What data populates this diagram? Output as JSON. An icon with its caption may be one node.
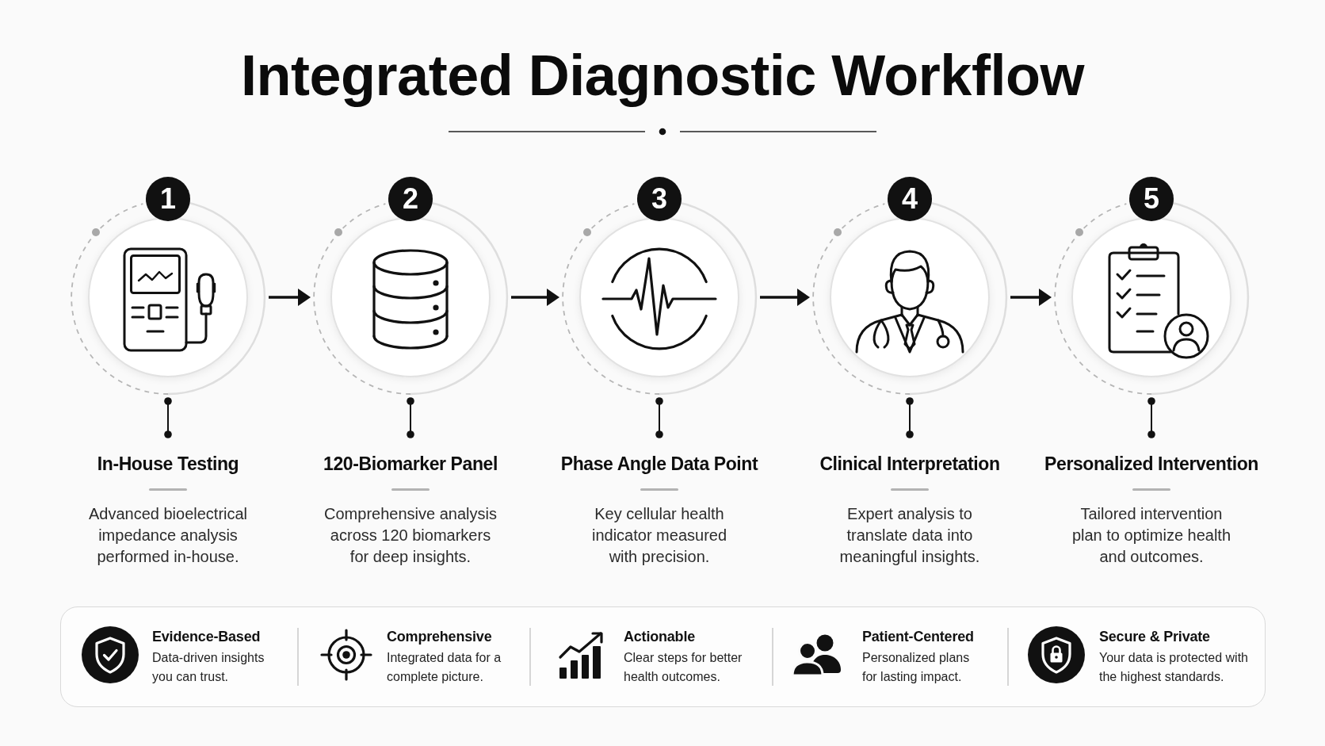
{
  "diagram": {
    "title": "Integrated Diagnostic Workflow",
    "nodes": [
      {
        "text": [
          "1"
        ]
      },
      {
        "text": [],
        "shape": "circle"
      },
      {
        "text": [
          "In-House Testing",
          "Advanced bioelectrical impedance analysis performed in-house."
        ]
      },
      {
        "text": [
          "2"
        ]
      },
      {
        "text": [],
        "shape": "circle"
      },
      {
        "text": [
          "120-Biomarker Panel",
          "Comprehensive analysis across 120 biomarkers for deep insights."
        ]
      },
      {
        "text": [
          "3"
        ]
      },
      {
        "text": [],
        "shape": "circle"
      },
      {
        "text": [
          "Phase Angle Data Point",
          "Key cellular health indicator measured with precision."
        ]
      },
      {
        "text": [
          "4"
        ]
      },
      {
        "text": [],
        "shape": "circle"
      },
      {
        "text": [
          "Clinical Interpretation",
          "Expert analysis to translate data into meaningful insights."
        ]
      },
      {
        "text": [
          "5"
        ]
      },
      {
        "text": [],
        "shape": "circle"
      },
      {
        "text": [
          "Personalized Intervention",
          "Tailored intervention plan to optimize health and outcomes."
        ]
      },
      {
        "text": [
          "Evidence-Based",
          "Data-driven insights you can trust.",
          "Comprehensive",
          "Integrated data for a complete picture.",
          "Actionable",
          "Clear steps for better health outcomes.",
          "Patient-Centered",
          "Personalized plans for lasting impact.",
          "Secure & Private",
          "Your data is protected with the highest standards."
        ]
      }
    ],
    "edges": [
      {
        "from": 1,
        "to": 4,
        "arrow": "to"
      },
      {
        "from": 4,
        "to": 7,
        "arrow": "to"
      },
      {
        "from": 7,
        "to": 10,
        "arrow": "to"
      },
      {
        "from": 10,
        "to": 13,
        "arrow": "to"
      },
      {
        "from": 1,
        "to": 2,
        "arrow": "other"
      },
      {
        "from": 4,
        "to": 5,
        "arrow": "other"
      },
      {
        "from": 7,
        "to": 8,
        "arrow": "other"
      },
      {
        "from": 10,
        "to": 11,
        "arrow": "other"
      },
      {
        "from": 13,
        "to": 14,
        "arrow": "other"
      }
    ]
  }
}
